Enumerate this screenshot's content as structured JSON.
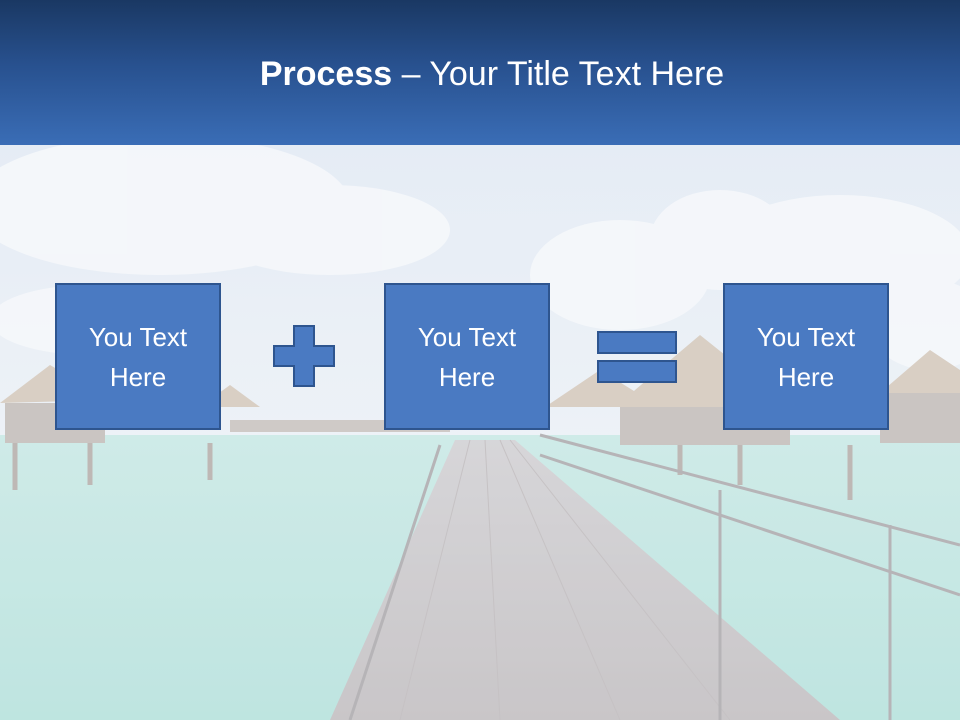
{
  "title": {
    "bold": "Process",
    "rest": " – Your Title Text Here"
  },
  "boxes": [
    {
      "text": "You Text Here"
    },
    {
      "text": "You Text Here"
    },
    {
      "text": "You Text Here"
    }
  ],
  "icons": {
    "operator_1": "plus-icon",
    "operator_2": "equals-icon"
  },
  "colors": {
    "title_bar_top": "#1a3863",
    "title_bar_bottom": "#3a6db6",
    "box_fill": "#4a7ac2",
    "box_border": "#2e558f"
  }
}
